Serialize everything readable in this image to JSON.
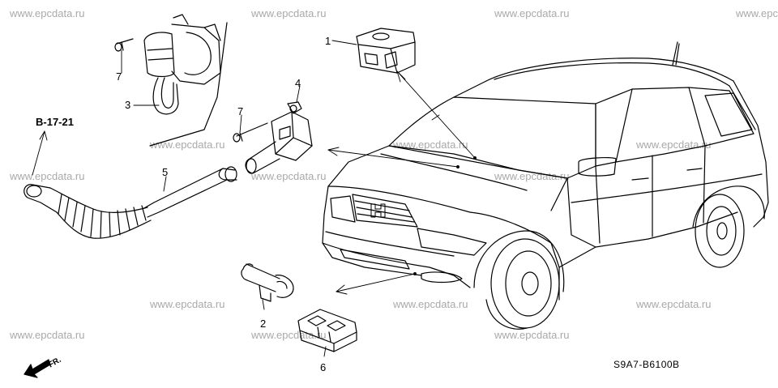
{
  "diagram": {
    "code": "S9A7-B6100B",
    "ref_label": "B-17-21",
    "direction_label": "FR.",
    "watermark": "www.epcdata.ru",
    "callouts": {
      "p1": "1",
      "p2": "2",
      "p3": "3",
      "p4": "4",
      "p5": "5",
      "p6": "6",
      "p7a": "7",
      "p7b": "7"
    }
  },
  "colors": {
    "line": "#000000",
    "watermark": "#a9a9a9",
    "background": "#ffffff"
  }
}
